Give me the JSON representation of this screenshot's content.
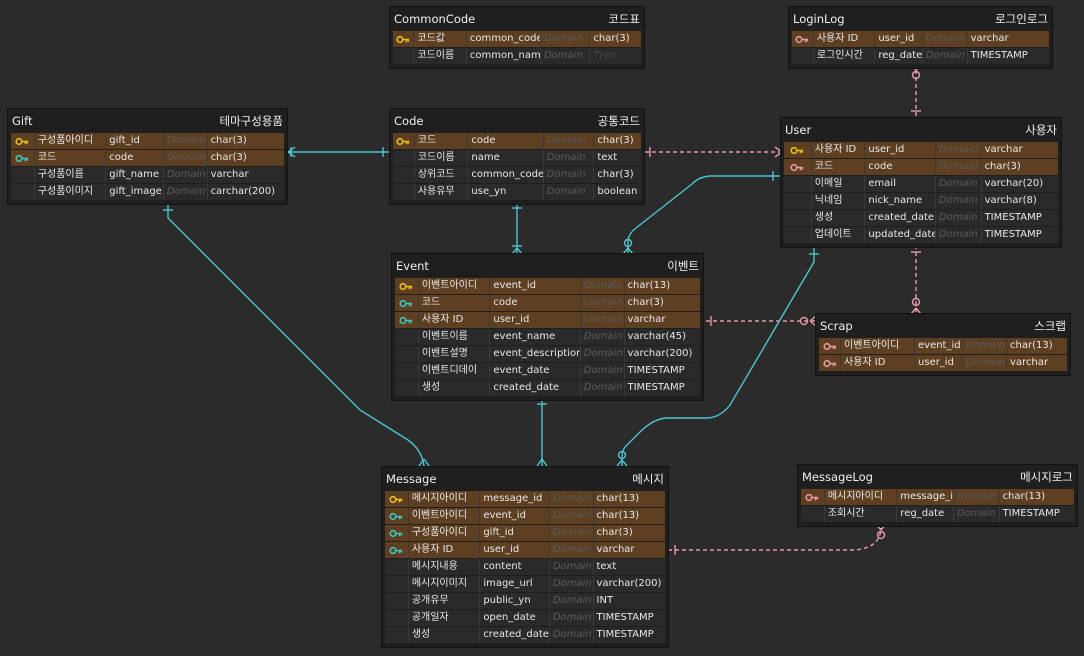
{
  "colors": {
    "background": "#2b2b2b",
    "pk_key": "#e8c21a",
    "fk_key": "#3ec7c7",
    "pfk_key": "#e89aa8",
    "rel_solid": "#4cc5d0",
    "rel_dashed": "#e89aa8",
    "key_row_bg": "#5e3f22"
  },
  "entities": {
    "commoncode": {
      "name": "CommonCode",
      "label": "코드표",
      "columns": [
        {
          "key": "pk",
          "logical": "코드값",
          "physical": "common_code",
          "domain": "Domain",
          "type": "char(3)"
        },
        {
          "key": "",
          "logical": "코드이름",
          "physical": "common_name",
          "domain": "Domain",
          "type": "Type"
        }
      ]
    },
    "loginlog": {
      "name": "LoginLog",
      "label": "로그인로그",
      "columns": [
        {
          "key": "pfk",
          "logical": "사용자 ID",
          "physical": "user_id",
          "domain": "Domain",
          "type": "varchar"
        },
        {
          "key": "",
          "logical": "로그인시간",
          "physical": "reg_date",
          "domain": "Domain",
          "type": "TIMESTAMP"
        }
      ]
    },
    "gift": {
      "name": "Gift",
      "label": "테마구성용품",
      "columns": [
        {
          "key": "pk",
          "logical": "구성품아이디",
          "physical": "gift_id",
          "domain": "Domain",
          "type": "char(3)"
        },
        {
          "key": "fk",
          "logical": "코드",
          "physical": "code",
          "domain": "Domain",
          "type": "char(3)"
        },
        {
          "key": "",
          "logical": "구성품이름",
          "physical": "gift_name",
          "domain": "Domain",
          "type": "varchar"
        },
        {
          "key": "",
          "logical": "구성품이미지",
          "physical": "gift_image",
          "domain": "Domain",
          "type": "carchar(200)"
        }
      ]
    },
    "code": {
      "name": "Code",
      "label": "공통코드",
      "columns": [
        {
          "key": "pk",
          "logical": "코드",
          "physical": "code",
          "domain": "Domain",
          "type": "char(3)"
        },
        {
          "key": "",
          "logical": "코드이름",
          "physical": "name",
          "domain": "Domain",
          "type": "text"
        },
        {
          "key": "",
          "logical": "상위코드",
          "physical": "common_code",
          "domain": "Domain",
          "type": "char(3)"
        },
        {
          "key": "",
          "logical": "사용유무",
          "physical": "use_yn",
          "domain": "Domain",
          "type": "boolean"
        }
      ]
    },
    "user": {
      "name": "User",
      "label": "사용자",
      "columns": [
        {
          "key": "pk",
          "logical": "사용자 ID",
          "physical": "user_id",
          "domain": "Domain",
          "type": "varchar"
        },
        {
          "key": "pfk",
          "logical": "코드",
          "physical": "code",
          "domain": "Domain",
          "type": "char(3)"
        },
        {
          "key": "",
          "logical": "이메일",
          "physical": "email",
          "domain": "Domain",
          "type": "varchar(20)"
        },
        {
          "key": "",
          "logical": "닉네임",
          "physical": "nick_name",
          "domain": "Domain",
          "type": "varchar(8)"
        },
        {
          "key": "",
          "logical": "생성",
          "physical": "created_date",
          "domain": "Domain",
          "type": "TIMESTAMP"
        },
        {
          "key": "",
          "logical": "업데이트",
          "physical": "updated_date",
          "domain": "Domain",
          "type": "TIMESTAMP"
        }
      ]
    },
    "event": {
      "name": "Event",
      "label": "이벤트",
      "columns": [
        {
          "key": "pk",
          "logical": "이벤트아이디",
          "physical": "event_id",
          "domain": "Domain",
          "type": "char(13)"
        },
        {
          "key": "fk",
          "logical": "코드",
          "physical": "code",
          "domain": "Domain",
          "type": "char(3)"
        },
        {
          "key": "fk",
          "logical": "사용자 ID",
          "physical": "user_id",
          "domain": "Domain",
          "type": "varchar"
        },
        {
          "key": "",
          "logical": "이벤트이름",
          "physical": "event_name",
          "domain": "Domain",
          "type": "varchar(45)"
        },
        {
          "key": "",
          "logical": "이벤트설명",
          "physical": "event_description",
          "domain": "Domain",
          "type": "varchar(200)"
        },
        {
          "key": "",
          "logical": "이벤트디데이",
          "physical": "event_date",
          "domain": "Domain",
          "type": "TIMESTAMP"
        },
        {
          "key": "",
          "logical": "생성",
          "physical": "created_date",
          "domain": "Domain",
          "type": "TIMESTAMP"
        }
      ]
    },
    "scrap": {
      "name": "Scrap",
      "label": "스크랩",
      "columns": [
        {
          "key": "pfk",
          "logical": "이벤트아이디",
          "physical": "event_id",
          "domain": "Domain",
          "type": "char(13)"
        },
        {
          "key": "pfk",
          "logical": "사용자 ID",
          "physical": "user_id",
          "domain": "Domain",
          "type": "varchar"
        }
      ]
    },
    "message": {
      "name": "Message",
      "label": "메시지",
      "columns": [
        {
          "key": "pk",
          "logical": "메시지아이디",
          "physical": "message_id",
          "domain": "Domain",
          "type": "char(13)"
        },
        {
          "key": "fk",
          "logical": "이벤트아이디",
          "physical": "event_id",
          "domain": "Domain",
          "type": "char(13)"
        },
        {
          "key": "fk",
          "logical": "구성품아이디",
          "physical": "gift_id",
          "domain": "Domain",
          "type": "char(3)"
        },
        {
          "key": "fk",
          "logical": "사용자 ID",
          "physical": "user_id",
          "domain": "Domain",
          "type": "varchar"
        },
        {
          "key": "",
          "logical": "메시지내용",
          "physical": "content",
          "domain": "Domain",
          "type": "text"
        },
        {
          "key": "",
          "logical": "메시지이미지",
          "physical": "image_url",
          "domain": "Domain",
          "type": "varchar(200)"
        },
        {
          "key": "",
          "logical": "공개유무",
          "physical": "public_yn",
          "domain": "Domain",
          "type": "INT"
        },
        {
          "key": "",
          "logical": "공개일자",
          "physical": "open_date",
          "domain": "Domain",
          "type": "TIMESTAMP"
        },
        {
          "key": "",
          "logical": "생성",
          "physical": "created_date",
          "domain": "Domain",
          "type": "TIMESTAMP"
        }
      ]
    },
    "messagelog": {
      "name": "MessageLog",
      "label": "메시지로그",
      "columns": [
        {
          "key": "pfk",
          "logical": "메시지아이디",
          "physical": "message_id",
          "domain": "Domain",
          "type": "char(13)"
        },
        {
          "key": "",
          "logical": "조회시간",
          "physical": "reg_date",
          "domain": "Domain",
          "type": "TIMESTAMP"
        }
      ]
    }
  }
}
